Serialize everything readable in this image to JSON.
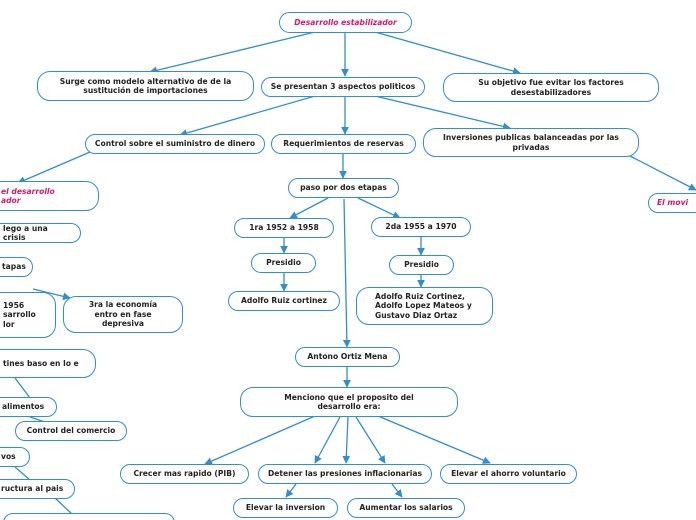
{
  "theme": {
    "line_color": "#2f8fd1",
    "accent_text": "#d6186b",
    "text": "#222222"
  },
  "nodes": {
    "root": "Desarrollo estabilizador",
    "modelo": "Surge como modelo alternativo de de la sustitución de importaciones",
    "aspectos": "Se presentan 3 aspectos politicos",
    "objetivo": "Su objetivo fue evitar los factores desestabilizadores",
    "control_dinero": "Control sobre el suministro de dinero",
    "requerimientos": "Requerimientos de reservas",
    "inversiones": "Inversiones publicas balanceadas por las privadas",
    "desarrollo_left": "el desarrollo ador",
    "movi": "El movi",
    "crisis": "lego a una crisis",
    "etapas_left": "tapas",
    "year1956": "1956 sarrollo lor",
    "tercera": "3ra la economía entro en fase depresiva",
    "tines": "tines baso en lo e",
    "alimentos": "alimentos",
    "control_comercio": "Control del comercio",
    "vos": "vos",
    "estructura": "ructura al pais",
    "bottom_left": "",
    "paso": "paso por dos etapas",
    "etapa1": "1ra 1952 a 1958",
    "etapa2": "2da 1955 a 1970",
    "presidio1": "Presidio",
    "presidio2": "Presidio",
    "ruiz": "Adolfo Ruiz cortinez",
    "presidentes": "Adolfo Ruiz Cortinez, Adolfo Lopez Mateos y Gustavo Diaz Ortaz",
    "ortiz": "Antono Ortiz Mena",
    "menciono": "Menciono que el proposito del desarrollo era:",
    "crecer": "Crecer mas rapido (PIB)",
    "detener": "Detener las presiones inflacionarias",
    "ahorro": "Elevar el ahorro voluntario",
    "inversion": "Elevar la inversion",
    "salarios": "Aumentar los salarios"
  }
}
